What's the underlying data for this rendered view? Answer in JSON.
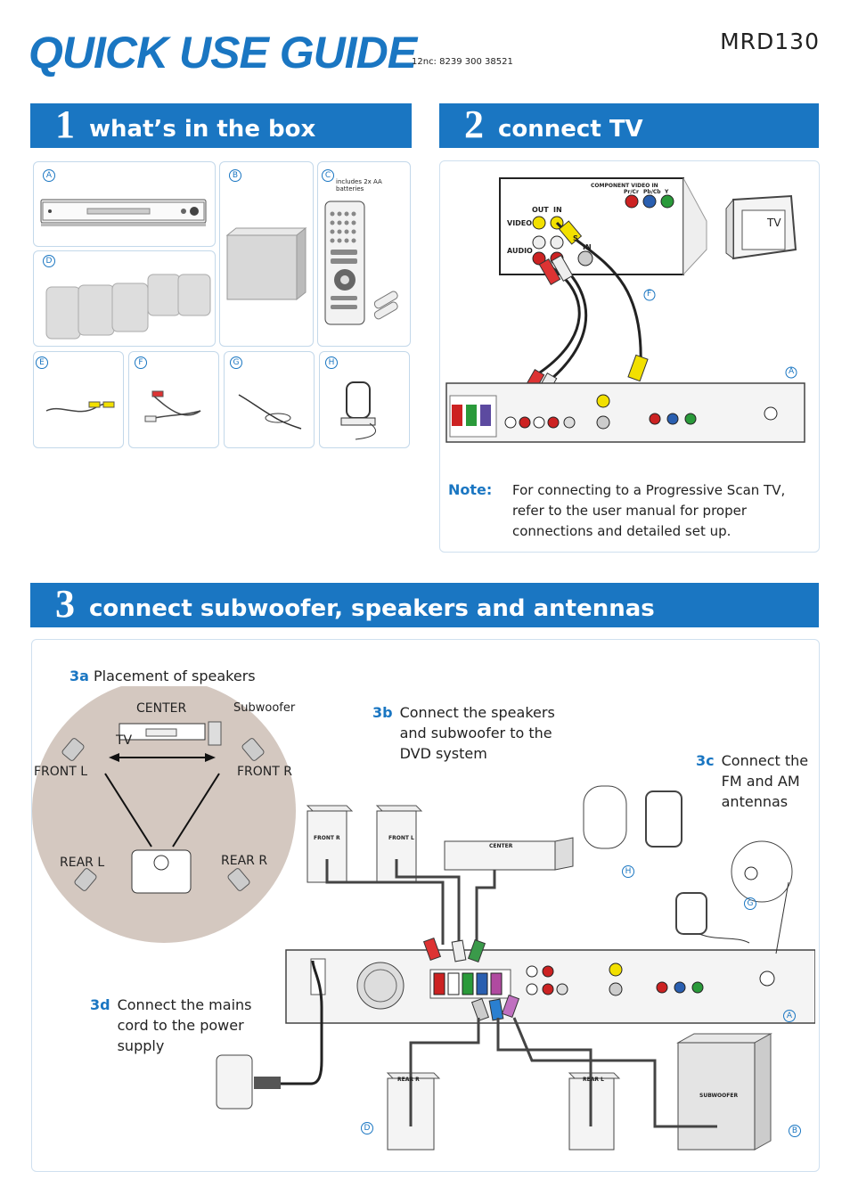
{
  "header": {
    "title": "QUICK USE GUIDE",
    "code": "12nc: 8239 300 38521",
    "model": "MRD130"
  },
  "sections": [
    {
      "num": "1",
      "title": "what’s in the box"
    },
    {
      "num": "2",
      "title": "connect TV"
    },
    {
      "num": "3",
      "title": "connect subwoofer, speakers and antennas"
    }
  ],
  "box_items": {
    "a": "A",
    "b": "B",
    "c": "C",
    "d": "D",
    "e": "E",
    "f": "F",
    "g": "G",
    "h": "H",
    "batteries_note": "includes 2x AA batteries"
  },
  "connect_tv": {
    "tv_label": "TV",
    "component_label": "COMPONENT VIDEO IN",
    "pr": "Pr/Cr",
    "pb": "Pb/Cb",
    "y": "Y",
    "out": "OUT",
    "in": "IN",
    "video": "VIDEO",
    "audio": "AUDIO",
    "s": "S",
    "s_in": "IN",
    "tag_f": "F",
    "tag_a": "A",
    "note_label": "Note:",
    "note_text": "For connecting to a Progressive Scan TV, refer to the user manual for proper connections and detailed set up."
  },
  "speakers": {
    "step_3a": "3a",
    "step_3a_text": "Placement of speakers",
    "center": "CENTER",
    "subwoofer": "Subwoofer",
    "tv": "TV",
    "front_l": "FRONT L",
    "front_r": "FRONT R",
    "rear_l": "REAR L",
    "rear_r": "REAR R",
    "step_3b": "3b",
    "step_3b_text": "Connect the speakers and subwoofer to the DVD system",
    "step_3c": "3c",
    "step_3c_text": "Connect the FM and AM antennas",
    "step_3d": "3d",
    "step_3d_text": "Connect the mains cord to the power supply",
    "box_front_r": "FRONT R",
    "box_front_l": "FRONT L",
    "box_center": "CENTER",
    "box_rear_r": "REAR R",
    "box_rear_l": "REAR L",
    "box_subwoofer": "SUBWOOFER",
    "tag_h": "H",
    "tag_g": "G",
    "tag_a": "A",
    "tag_d": "D",
    "tag_b": "B"
  },
  "colors": {
    "accent": "#1a76c2",
    "circle": "#d4c8c0"
  }
}
